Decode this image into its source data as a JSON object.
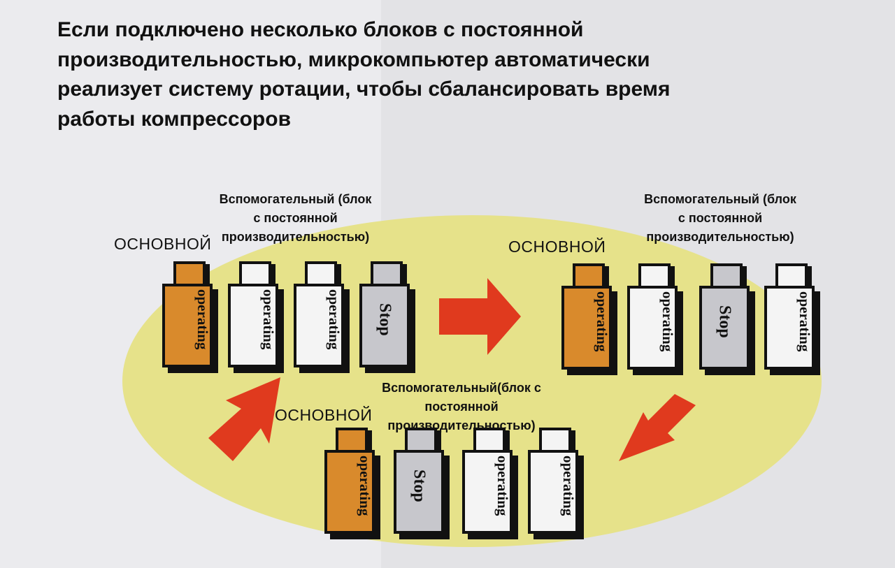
{
  "title": {
    "lines": [
      "Если подключено несколько блоков с постоянной",
      "производительностью, микрокомпьютер автоматически",
      "реализует систему ротации, чтобы сбалансировать время",
      "работы компрессоров"
    ]
  },
  "colors": {
    "main_unit": "#d98a2c",
    "operating_unit": "#f4f4f4",
    "stopped_unit": "#c7c7cc",
    "arrow": "#e03a1e",
    "ellipse": "#e6e28a"
  },
  "groups": [
    {
      "main_label": "ОСНОВНОЙ",
      "aux_label": [
        "Вспомогательный (блок",
        "с постоянной",
        "производительностью)"
      ],
      "units": [
        {
          "state": "operating",
          "type": "orange"
        },
        {
          "state": "operating",
          "type": "white"
        },
        {
          "state": "operating",
          "type": "white"
        },
        {
          "state": "Stop",
          "type": "stop"
        }
      ]
    },
    {
      "main_label": "ОСНОВНОЙ",
      "aux_label": [
        "Вспомогательный (блок",
        "с постоянной",
        "производительностью)"
      ],
      "units": [
        {
          "state": "operating",
          "type": "orange"
        },
        {
          "state": "operating",
          "type": "white"
        },
        {
          "state": "Stop",
          "type": "stop"
        },
        {
          "state": "operating",
          "type": "white"
        }
      ]
    },
    {
      "main_label": "ОСНОВНОЙ",
      "aux_label": [
        "Вспомогательный(блок с постоянной",
        "производительностью)"
      ],
      "units": [
        {
          "state": "operating",
          "type": "orange"
        },
        {
          "state": "Stop",
          "type": "stop"
        },
        {
          "state": "operating",
          "type": "white"
        },
        {
          "state": "operating",
          "type": "white"
        }
      ]
    }
  ]
}
